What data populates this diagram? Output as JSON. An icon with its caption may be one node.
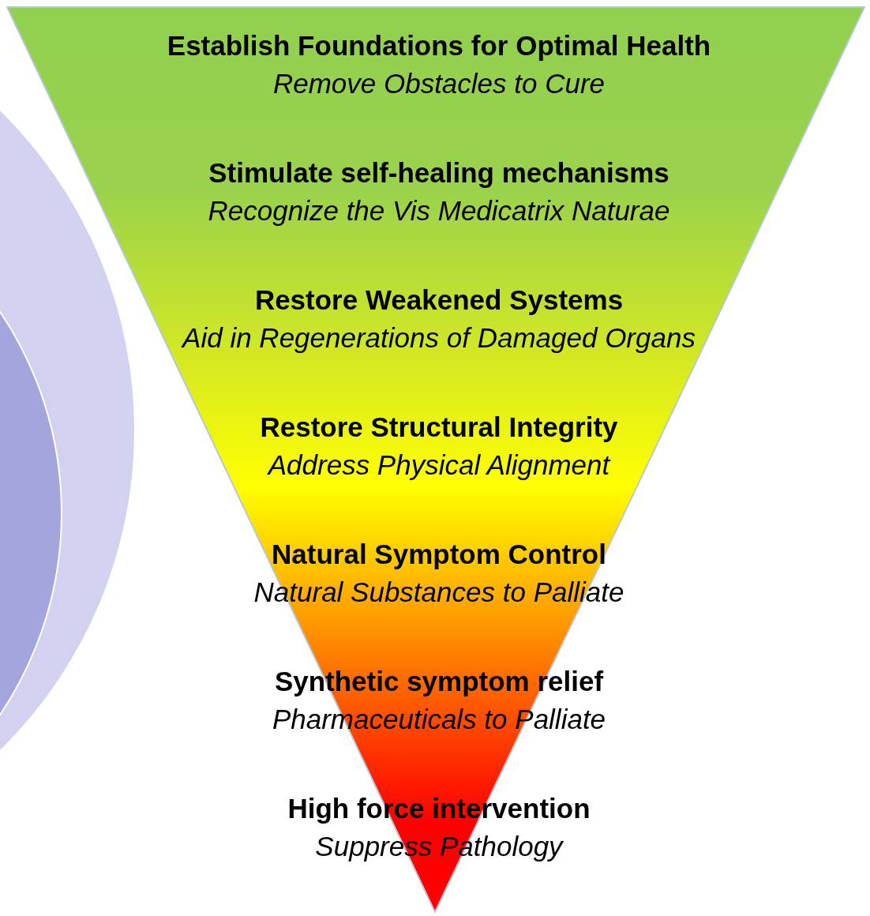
{
  "diagram": {
    "nodes": [
      {
        "text": [],
        "shape": "triangle"
      },
      {
        "text": [
          "Establish Foundations for Optimal Health",
          "Remove Obstacles to Cure"
        ],
        "in": 0
      },
      {
        "text": [
          "Stimulate self-healing mechanisms",
          "Recognize the Vis Medicatrix Naturae"
        ],
        "in": 0
      },
      {
        "text": [
          "Restore Weakened Systems",
          "Aid in Regenerations of Damaged Organs"
        ],
        "in": 0
      },
      {
        "text": [
          "Restore Structural Integrity",
          "Address Physical Alignment"
        ],
        "in": 0
      },
      {
        "text": [
          "Natural Symptom Control",
          "Natural Substances to Palliate"
        ],
        "in": 0
      },
      {
        "text": [
          "Synthetic symptom relief",
          "Pharmaceuticals to Palliate"
        ],
        "in": 0
      },
      {
        "text": [
          "High force intervention",
          "Suppress Pathology"
        ],
        "in": 0
      }
    ]
  }
}
